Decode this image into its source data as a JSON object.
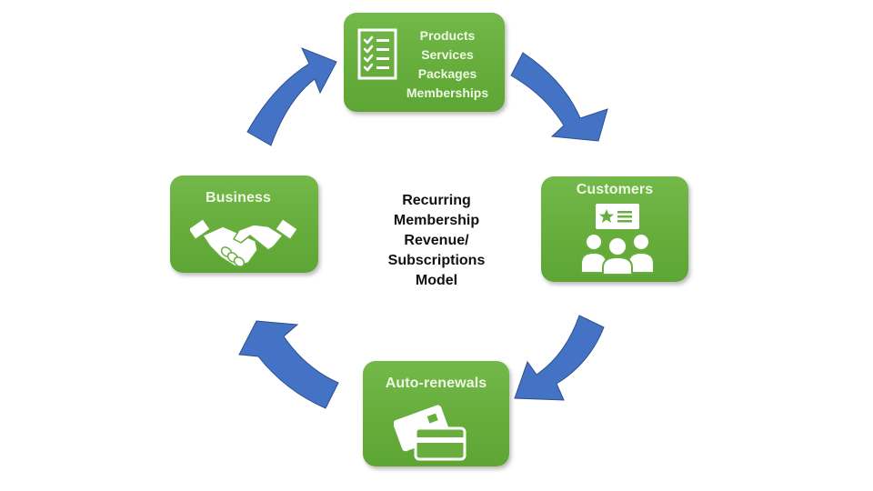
{
  "diagram": {
    "title_lines": [
      "Recurring",
      "Membership",
      "Revenue/",
      "Subscriptions",
      "Model"
    ],
    "colors": {
      "box_green": "#67ae3d",
      "arrow_blue": "#4472c4",
      "text_light": "#eef8e4",
      "center_text": "#111111"
    },
    "nodes": {
      "offerings": {
        "items": [
          "Products",
          "Services",
          "Packages",
          "Memberships"
        ],
        "icon": "checklist-icon"
      },
      "customers": {
        "label": "Customers",
        "icon": "customers-group-icon"
      },
      "auto_renewals": {
        "label": "Auto-renewals",
        "icon": "credit-cards-icon"
      },
      "business": {
        "label": "Business",
        "icon": "handshake-icon"
      }
    },
    "flow": [
      {
        "from": "Business",
        "to": "Products/Services/Packages/Memberships"
      },
      {
        "from": "Products/Services/Packages/Memberships",
        "to": "Customers"
      },
      {
        "from": "Customers",
        "to": "Auto-renewals"
      },
      {
        "from": "Auto-renewals",
        "to": "Business"
      }
    ]
  }
}
